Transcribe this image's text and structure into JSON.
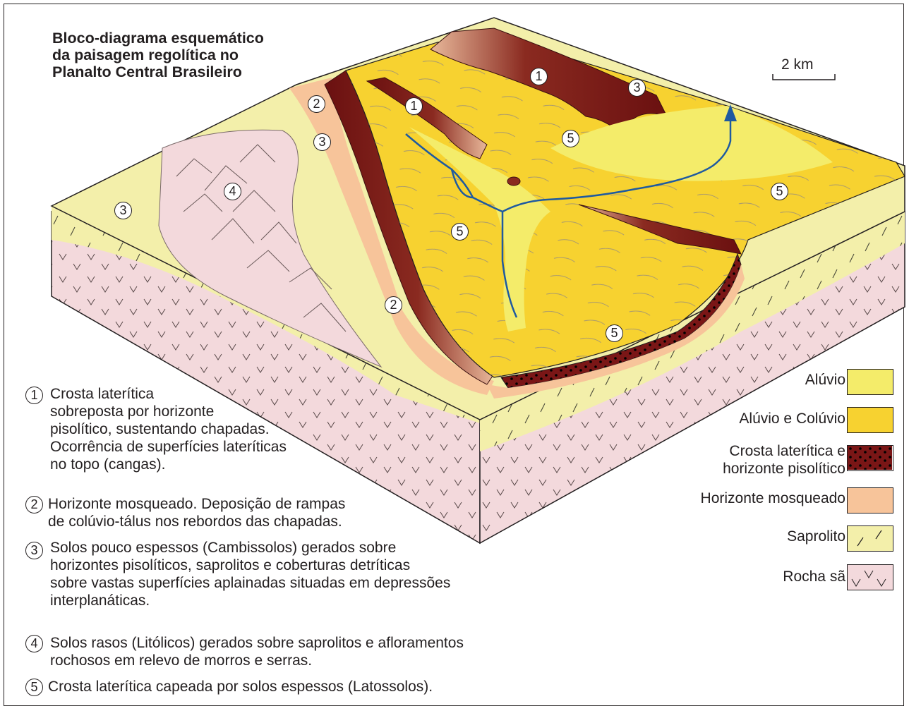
{
  "title": {
    "line1": "Bloco-diagrama esquemático",
    "line2": "da paisagem regolítica no",
    "line3": "Planalto Central Brasileiro"
  },
  "scale_label": "2 km",
  "map_markers": [
    {
      "num": "1"
    },
    {
      "num": "1"
    },
    {
      "num": "2"
    },
    {
      "num": "2"
    },
    {
      "num": "3"
    },
    {
      "num": "3"
    },
    {
      "num": "3"
    },
    {
      "num": "4"
    },
    {
      "num": "5"
    },
    {
      "num": "5"
    },
    {
      "num": "5"
    },
    {
      "num": "5"
    }
  ],
  "notes": [
    {
      "num": "1",
      "lines": [
        "Crosta laterítica",
        "sobreposta por horizonte",
        "pisolítico, sustentando chapadas.",
        "Ocorrência de superfícies lateríticas",
        "no topo (cangas)."
      ]
    },
    {
      "num": "2",
      "lines": [
        "Horizonte mosqueado. Deposição de rampas",
        "de colúvio-tálus nos rebordos das chapadas."
      ]
    },
    {
      "num": "3",
      "lines": [
        "Solos pouco espessos (Cambissolos) gerados sobre",
        "horizontes pisolíticos, saprolitos e coberturas detríticas",
        "sobre vastas superfícies aplainadas situadas em depressões",
        "interplanáticas."
      ]
    },
    {
      "num": "4",
      "lines": [
        "Solos rasos (Litólicos) gerados sobre saprolitos e afloramentos",
        "rochosos em relevo de morros e serras."
      ]
    },
    {
      "num": "5",
      "lines": [
        "Crosta laterítica capeada por solos espessos (Latossolos)."
      ]
    }
  ],
  "legend": [
    {
      "label": "Alúvio",
      "color": "#f4ec6a",
      "pattern": "none"
    },
    {
      "label": "Alúvio e Colúvio",
      "color": "#f7d230",
      "pattern": "none"
    },
    {
      "label": "Crosta laterítica e horizonte pisolítico",
      "line1": "Crosta laterítica e",
      "line2": "horizonte pisolítico",
      "color": "#7a1616",
      "pattern": "dots"
    },
    {
      "label": "Horizonte mosqueado",
      "color": "#f7c49a",
      "pattern": "none"
    },
    {
      "label": "Saprolito",
      "color": "#f3efaa",
      "pattern": "slashes"
    },
    {
      "label": "Rocha sã",
      "color": "#f3d9dc",
      "pattern": "v-marks"
    }
  ]
}
